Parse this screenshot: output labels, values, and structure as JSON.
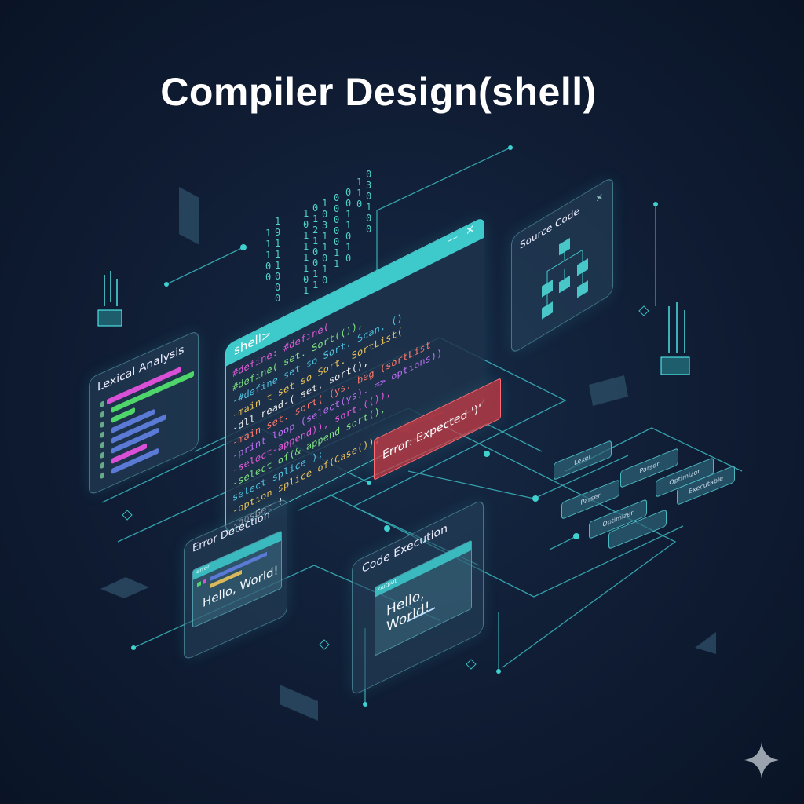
{
  "title": "Compiler Design(shell)",
  "shell": {
    "prompt": "shell>",
    "minimize": "—",
    "close": "✕",
    "code_lines": [
      "#define: #define(",
      "#define(  set. Sort(()),",
      "-#define  set  so  Sort.  Scan. ()",
      "-main  t  set  so  Sort.  SortList(",
      "-dll  read-(  set. sort(),",
      "-main  set. sort(  (ys.  beg  (sortList",
      "-print  loop  (select(ys).  =>  options))",
      "-select-append)),  sort.(()),",
      "-select  of(&  append  sort(),",
      "select  splice  );",
      "-option  splice  of(Case());",
      "-gosGet  !"
    ],
    "code_colors": [
      "#e05bd9",
      "#7ee081",
      "#4fc3e0",
      "#e8c15a",
      "#f0f0f0",
      "#ff7a6a",
      "#b86ef0"
    ]
  },
  "error_box": {
    "text": "Error: Expected ')'",
    "color": "#c8404a"
  },
  "panels": {
    "lexical": {
      "title": "Lexical Analysis",
      "bars": [
        "#d94fd6",
        "#4fd66a",
        "#4fd66a",
        "#5a7ad6",
        "#5a7ad6",
        "#5a7ad6",
        "#d94fd6",
        "#5a7ad6"
      ]
    },
    "source": {
      "title": "Source Code",
      "close": "✕"
    },
    "error_detection": {
      "title": "Error Detection",
      "inner_label": "error",
      "output": "Hello, World!"
    },
    "code_execution": {
      "title": "Code Execution",
      "inner_label": "output",
      "output": "Hello, World!"
    }
  },
  "flow_nodes": [
    "Lexer",
    "Parser",
    "Parser",
    "Optimizer",
    "Optimizer",
    "Executable",
    ""
  ],
  "binary_columns": [
    "1\n1\n1\n0\n0",
    "1\n9\n1\n1\n1\n0\n0\n0",
    "1\n0\n1\n1\n1\n1\n0\n1",
    "0\n1\n2\n1\n0\n0\n1\n1",
    "1\n0\n3\n1\n1\n0\n1\n0",
    "0\n0\n0\n0\n0\n1\n1",
    "0\n0\n1\n1\n0\n1\n0",
    "1\n1\n0",
    "0\n3\n0\n1\n0\n0"
  ],
  "accent": "#3ec9cb"
}
